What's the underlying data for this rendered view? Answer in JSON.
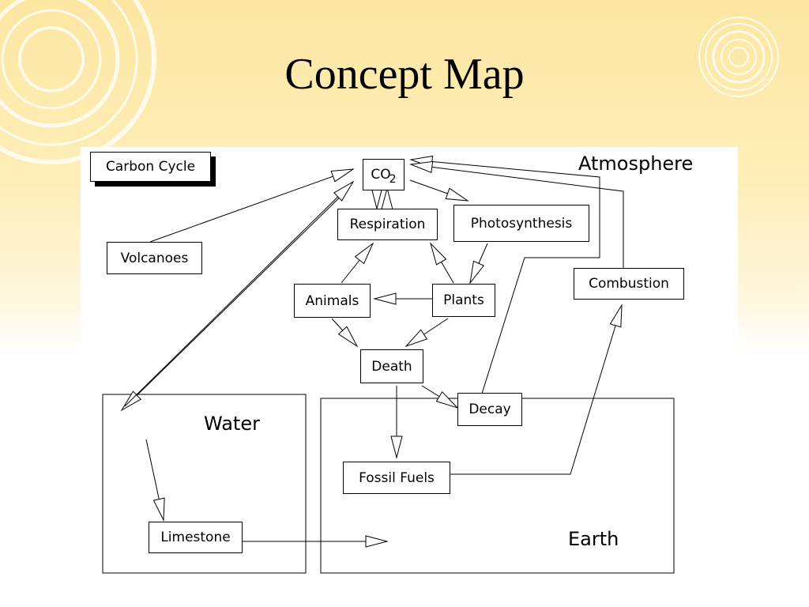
{
  "slide": {
    "title": "Concept Map"
  },
  "diagram": {
    "tag": "Carbon Cycle",
    "regions": {
      "atmosphere": "Atmosphere",
      "water": "Water",
      "earth": "Earth"
    },
    "nodes": {
      "co2": {
        "text": "CO",
        "sub": "2"
      },
      "respiration": "Respiration",
      "photosynthesis": "Photosynthesis",
      "volcanoes": "Volcanoes",
      "animals": "Animals",
      "plants": "Plants",
      "combustion": "Combustion",
      "death": "Death",
      "decay": "Decay",
      "fossil_fuels": "Fossil Fuels",
      "limestone": "Limestone"
    }
  }
}
